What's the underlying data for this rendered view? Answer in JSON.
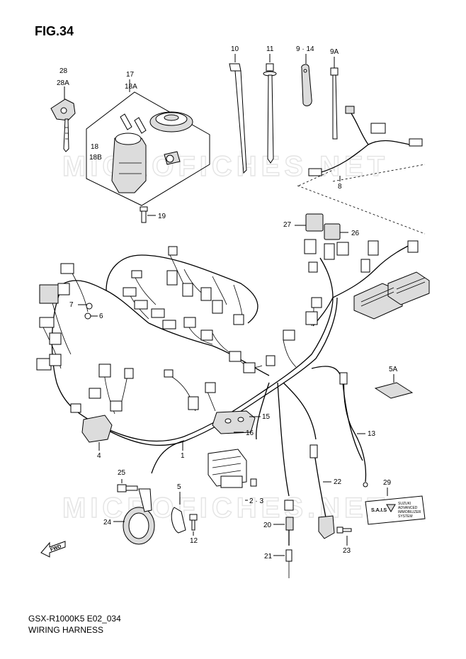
{
  "figure": {
    "title": "FIG.34",
    "model_code": "GSX-R1000K5 E02_034",
    "name": "WIRING HARNESS"
  },
  "watermark": "MICROFICHES.NET",
  "callouts": {
    "c28": "28",
    "c28A": "28A",
    "c17": "17",
    "c18A": "18A",
    "c18": "18",
    "c18B": "18B",
    "c19": "19",
    "c10": "10",
    "c11": "11",
    "c9_14": "9 · 14",
    "c9A": "9A",
    "c8": "8",
    "c27": "27",
    "c26": "26",
    "c7": "7",
    "c6": "6",
    "c5A": "5A",
    "c15": "15",
    "c16": "16",
    "c13": "13",
    "c4": "4",
    "c1": "1",
    "c25": "25",
    "c5": "5",
    "c2_3": "2 · 3",
    "c29": "29",
    "c22": "22",
    "c24": "24",
    "c12": "12",
    "c20": "20",
    "c23": "23",
    "c21": "21"
  },
  "label_29": {
    "sais": "S.A.I.S",
    "line1": "SUZUKI",
    "line2": "ADVANCED",
    "line3": "IMMOBILIZER",
    "line4": "SYSTEM"
  },
  "fwd_arrow": "FWD"
}
